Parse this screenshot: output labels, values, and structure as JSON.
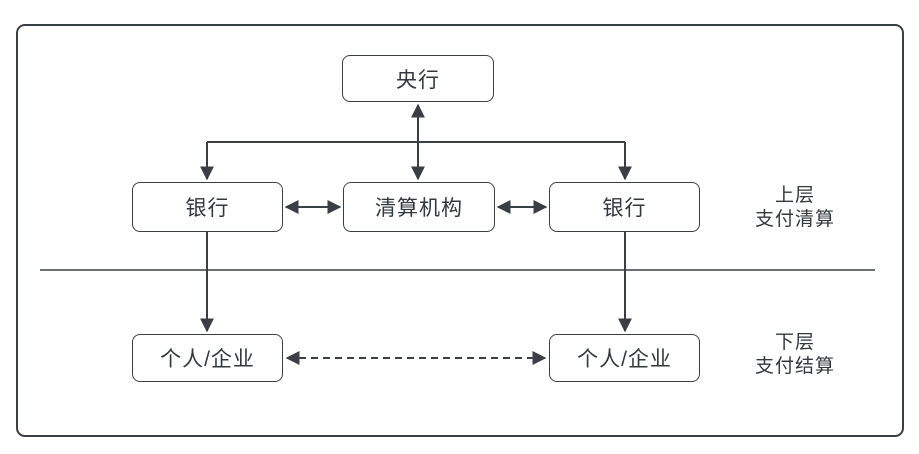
{
  "diagram": {
    "nodes": {
      "central_bank": "央行",
      "bank_left": "银行",
      "clearing_org": "清算机构",
      "bank_right": "银行",
      "customer_left": "个人/企业",
      "customer_right": "个人/企业"
    },
    "layer_labels": {
      "upper_line1": "上层",
      "upper_line2": "支付清算",
      "lower_line1": "下层",
      "lower_line2": "支付结算"
    },
    "colors": {
      "stroke": "#3a3f45",
      "text": "#33383d",
      "background": "#ffffff"
    }
  }
}
